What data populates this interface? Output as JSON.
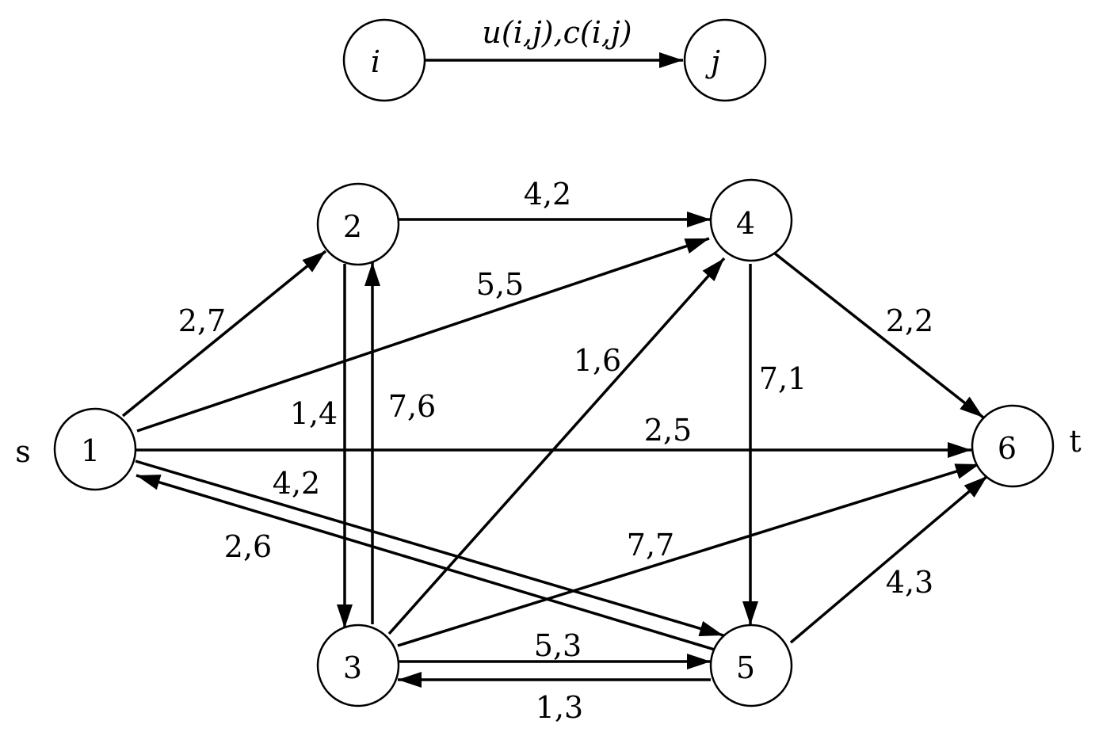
{
  "legend": {
    "from_node": "i",
    "to_node": "j",
    "edge_label": "u(i,j),c(i,j)"
  },
  "source_label": "s",
  "sink_label": "t",
  "nodes": [
    {
      "id": "1",
      "label": "1"
    },
    {
      "id": "2",
      "label": "2"
    },
    {
      "id": "3",
      "label": "3"
    },
    {
      "id": "4",
      "label": "4"
    },
    {
      "id": "5",
      "label": "5"
    },
    {
      "id": "6",
      "label": "6"
    }
  ],
  "edges": [
    {
      "from": "1",
      "to": "2",
      "label": "2,7"
    },
    {
      "from": "1",
      "to": "4",
      "label": "5,5"
    },
    {
      "from": "1",
      "to": "6",
      "label": "2,5"
    },
    {
      "from": "1",
      "to": "5",
      "label": "4,2"
    },
    {
      "from": "5",
      "to": "1",
      "label": "2,6"
    },
    {
      "from": "2",
      "to": "4",
      "label": "4,2"
    },
    {
      "from": "2",
      "to": "3",
      "label": "1,4"
    },
    {
      "from": "3",
      "to": "2",
      "label": "7,6"
    },
    {
      "from": "3",
      "to": "4",
      "label": "1,6"
    },
    {
      "from": "3",
      "to": "6",
      "label": "7,7"
    },
    {
      "from": "3",
      "to": "5",
      "label": "5,3"
    },
    {
      "from": "5",
      "to": "3",
      "label": "1,3"
    },
    {
      "from": "4",
      "to": "5",
      "label": "7,1"
    },
    {
      "from": "4",
      "to": "6",
      "label": "2,2"
    },
    {
      "from": "5",
      "to": "6",
      "label": "4,3"
    }
  ]
}
